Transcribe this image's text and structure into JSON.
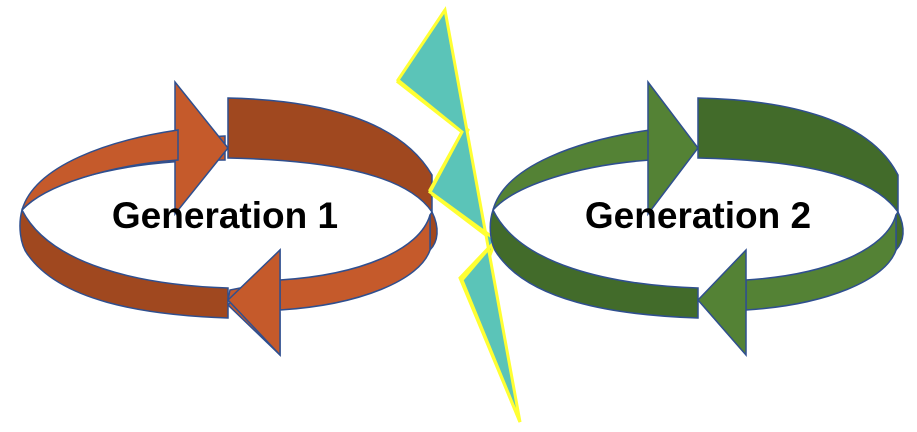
{
  "diagram": {
    "cycles": [
      {
        "label": "Generation 1",
        "colors": {
          "light": "#C55A2B",
          "dark": "#A0481F",
          "outline": "#2F4F8F"
        }
      },
      {
        "label": "Generation 2",
        "colors": {
          "light": "#548235",
          "dark": "#426B2A",
          "outline": "#2F4F8F"
        }
      }
    ],
    "separator": {
      "shape": "lightning-bolt",
      "fill": "#5BC4B8",
      "stroke": "#FFFF33"
    }
  }
}
